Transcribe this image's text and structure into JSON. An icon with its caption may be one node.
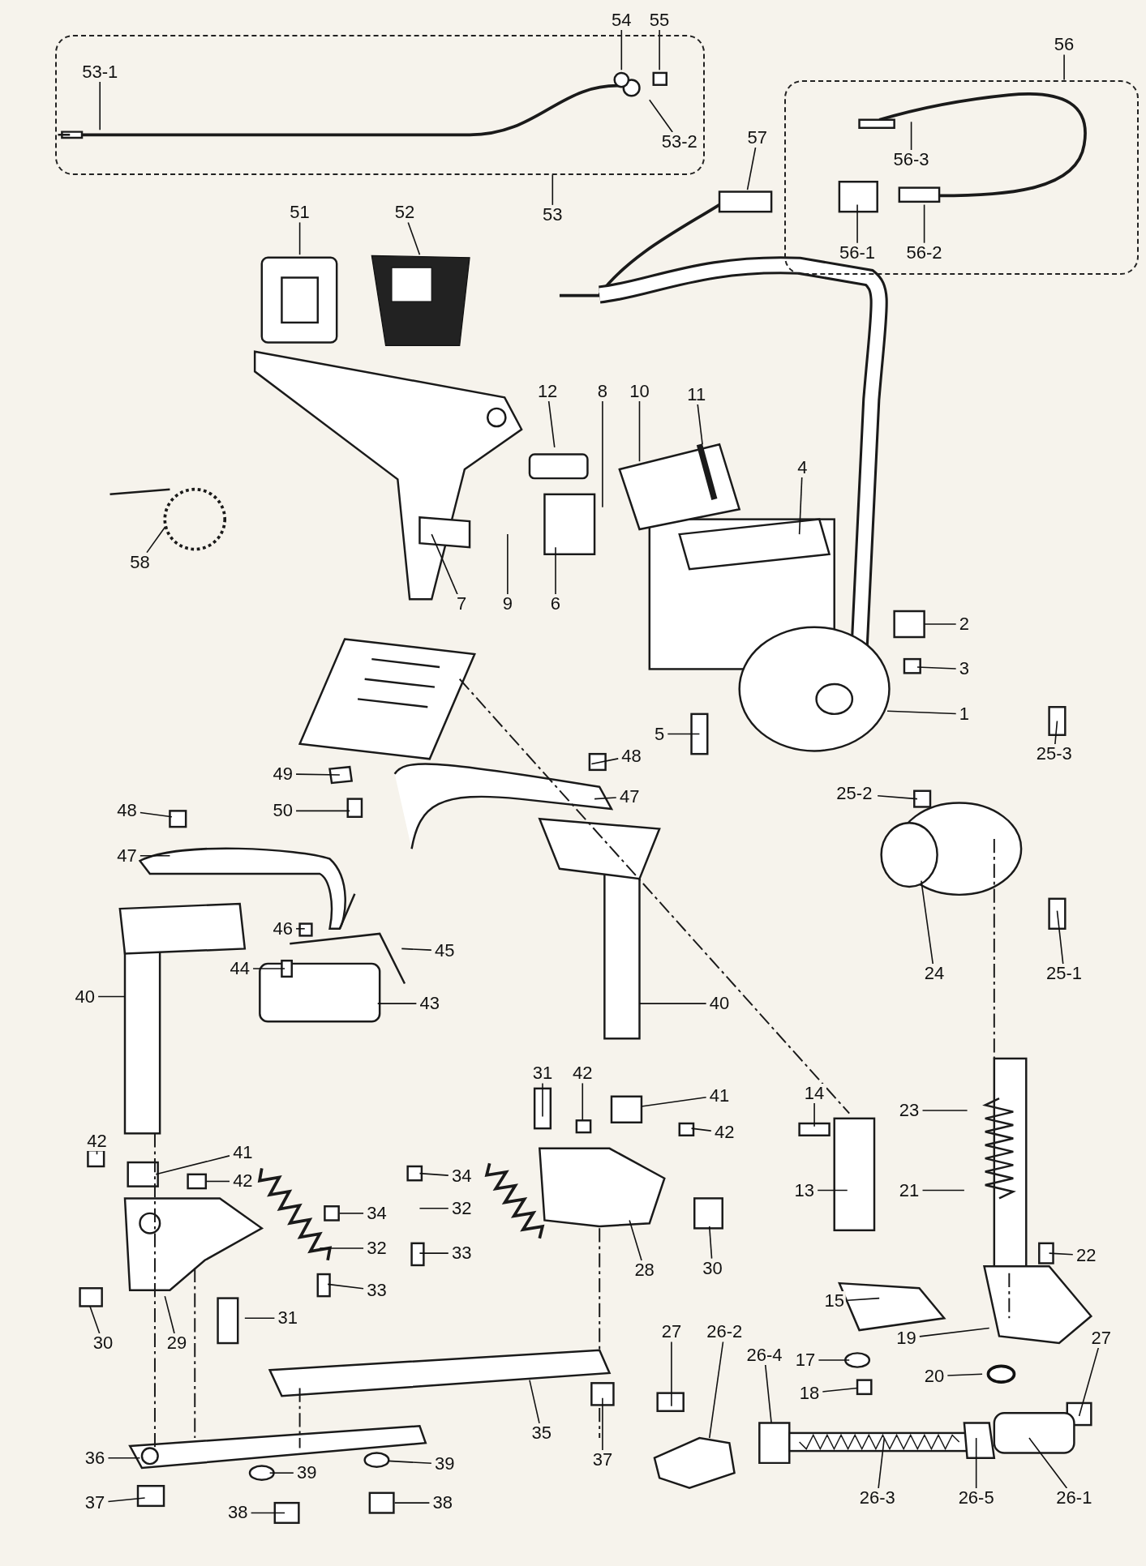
{
  "diagram": {
    "nodes": [
      {
        "text": [],
        "shape": "box"
      },
      {
        "text": [
          "53-1"
        ],
        "in": 0
      },
      {
        "text": [
          "53-2"
        ],
        "in": 0
      },
      {
        "text": [
          "54"
        ]
      },
      {
        "text": [
          "55"
        ]
      },
      {
        "text": [
          "56"
        ]
      },
      {
        "text": [],
        "shape": "box"
      },
      {
        "text": [
          "56-3"
        ],
        "in": 6
      },
      {
        "text": [
          "57"
        ]
      },
      {
        "text": [
          "53"
        ]
      },
      {
        "text": [
          "51"
        ]
      },
      {
        "text": [
          "52"
        ]
      },
      {
        "text": [
          "56-1"
        ],
        "in": 6
      },
      {
        "text": [
          "56-2"
        ],
        "in": 6
      },
      {
        "text": [
          "12"
        ]
      },
      {
        "text": [
          "8"
        ]
      },
      {
        "text": [
          "10"
        ]
      },
      {
        "text": [
          "11"
        ]
      },
      {
        "text": [
          "4"
        ]
      },
      {
        "text": [
          "58"
        ]
      },
      {
        "text": [
          "7"
        ]
      },
      {
        "text": [
          "9"
        ]
      },
      {
        "text": [
          "6"
        ]
      },
      {
        "text": [
          "2"
        ]
      },
      {
        "text": [
          "3"
        ]
      },
      {
        "text": [
          "1"
        ]
      },
      {
        "text": [
          "5"
        ]
      },
      {
        "text": [
          "25-3"
        ]
      },
      {
        "text": [
          "48"
        ]
      },
      {
        "text": [
          "49"
        ]
      },
      {
        "text": [
          "25-2"
        ]
      },
      {
        "text": [
          "47"
        ]
      },
      {
        "text": [
          "50"
        ]
      },
      {
        "text": [
          "48"
        ]
      },
      {
        "text": [
          "47"
        ]
      },
      {
        "text": [
          "46"
        ]
      },
      {
        "text": [
          "45"
        ]
      },
      {
        "text": [
          "44"
        ]
      },
      {
        "text": [
          "24"
        ]
      },
      {
        "text": [
          "25-1"
        ]
      },
      {
        "text": [
          "40"
        ]
      },
      {
        "text": [
          "43"
        ]
      },
      {
        "text": [
          "40"
        ]
      },
      {
        "text": [
          "31"
        ]
      },
      {
        "text": [
          "42"
        ]
      },
      {
        "text": [
          "14"
        ]
      },
      {
        "text": [
          "41"
        ]
      },
      {
        "text": [
          "23"
        ]
      },
      {
        "text": [
          "42"
        ]
      },
      {
        "text": [
          "42"
        ]
      },
      {
        "text": [
          "41"
        ]
      },
      {
        "text": [
          "42"
        ]
      },
      {
        "text": [
          "34"
        ]
      },
      {
        "text": [
          "13"
        ]
      },
      {
        "text": [
          "21"
        ]
      },
      {
        "text": [
          "32"
        ]
      },
      {
        "text": [
          "34"
        ]
      },
      {
        "text": [
          "32"
        ]
      },
      {
        "text": [
          "33"
        ]
      },
      {
        "text": [
          "22"
        ]
      },
      {
        "text": [
          "28"
        ]
      },
      {
        "text": [
          "30"
        ]
      },
      {
        "text": [
          "33"
        ]
      },
      {
        "text": [
          "15"
        ]
      },
      {
        "text": [
          "31"
        ]
      },
      {
        "text": [
          "19"
        ]
      },
      {
        "text": [
          "27"
        ]
      },
      {
        "text": [
          "30"
        ]
      },
      {
        "text": [
          "29"
        ]
      },
      {
        "text": [
          "27"
        ]
      },
      {
        "text": [
          "26-2"
        ]
      },
      {
        "text": [
          "26-4"
        ]
      },
      {
        "text": [
          "17"
        ]
      },
      {
        "text": [
          "20"
        ]
      },
      {
        "text": [
          "18"
        ]
      },
      {
        "text": [
          "35"
        ]
      },
      {
        "text": [
          "37"
        ]
      },
      {
        "text": [
          "36"
        ]
      },
      {
        "text": [
          "39"
        ]
      },
      {
        "text": [
          "39"
        ]
      },
      {
        "text": [
          "26-3"
        ]
      },
      {
        "text": [
          "26-5"
        ]
      },
      {
        "text": [
          "26-1"
        ]
      },
      {
        "text": [
          "37"
        ]
      },
      {
        "text": [
          "38"
        ]
      },
      {
        "text": [
          "38"
        ]
      }
    ],
    "edges": [
      {
        "from": 1,
        "to": null,
        "arrow": "none"
      },
      {
        "from": 2,
        "to": null,
        "arrow": "none"
      },
      {
        "from": 3,
        "to": null,
        "arrow": "none"
      },
      {
        "from": 4,
        "to": null,
        "arrow": "none"
      },
      {
        "from": 5,
        "to": 6,
        "arrow": "none"
      },
      {
        "from": 7,
        "to": null,
        "arrow": "none"
      },
      {
        "from": 8,
        "to": null,
        "arrow": "none"
      },
      {
        "from": 9,
        "to": 0,
        "arrow": "none"
      },
      {
        "from": 10,
        "to": null,
        "arrow": "none"
      },
      {
        "from": 11,
        "to": null,
        "arrow": "none"
      },
      {
        "from": 12,
        "to": null,
        "arrow": "none"
      },
      {
        "from": 13,
        "to": null,
        "arrow": "none"
      },
      {
        "from": 14,
        "to": null,
        "arrow": "none"
      },
      {
        "from": 15,
        "to": null,
        "arrow": "none"
      },
      {
        "from": 16,
        "to": null,
        "arrow": "none"
      },
      {
        "from": 17,
        "to": null,
        "arrow": "none"
      },
      {
        "from": 18,
        "to": null,
        "arrow": "none"
      },
      {
        "from": 19,
        "to": null,
        "arrow": "none"
      },
      {
        "from": 20,
        "to": null,
        "arrow": "none"
      },
      {
        "from": 21,
        "to": null,
        "arrow": "none"
      },
      {
        "from": 22,
        "to": null,
        "arrow": "none"
      },
      {
        "from": 23,
        "to": null,
        "arrow": "none"
      },
      {
        "from": 24,
        "to": null,
        "arrow": "none"
      },
      {
        "from": 25,
        "to": null,
        "arrow": "none"
      },
      {
        "from": 26,
        "to": null,
        "arrow": "none"
      },
      {
        "from": 27,
        "to": null,
        "arrow": "none"
      },
      {
        "from": 28,
        "to": null,
        "arrow": "none"
      },
      {
        "from": 29,
        "to": null,
        "arrow": "none"
      },
      {
        "from": 30,
        "to": null,
        "arrow": "none"
      },
      {
        "from": 31,
        "to": null,
        "arrow": "none"
      },
      {
        "from": 32,
        "to": null,
        "arrow": "none"
      },
      {
        "from": 33,
        "to": null,
        "arrow": "none"
      },
      {
        "from": 34,
        "to": null,
        "arrow": "none"
      },
      {
        "from": 35,
        "to": null,
        "arrow": "none"
      },
      {
        "from": 36,
        "to": null,
        "arrow": "none"
      },
      {
        "from": 37,
        "to": null,
        "arrow": "none"
      },
      {
        "from": 38,
        "to": null,
        "arrow": "none"
      },
      {
        "from": 39,
        "to": null,
        "arrow": "none"
      },
      {
        "from": 40,
        "to": null,
        "arrow": "none"
      },
      {
        "from": 41,
        "to": null,
        "arrow": "none"
      },
      {
        "from": 42,
        "to": null,
        "arrow": "none"
      },
      {
        "from": 43,
        "to": null,
        "arrow": "none"
      },
      {
        "from": 44,
        "to": null,
        "arrow": "none"
      },
      {
        "from": 45,
        "to": null,
        "arrow": "none"
      },
      {
        "from": 46,
        "to": null,
        "arrow": "none"
      },
      {
        "from": 47,
        "to": null,
        "arrow": "none"
      },
      {
        "from": 48,
        "to": null,
        "arrow": "none"
      },
      {
        "from": 49,
        "to": null,
        "arrow": "none"
      },
      {
        "from": 50,
        "to": null,
        "arrow": "none"
      },
      {
        "from": 51,
        "to": null,
        "arrow": "none"
      },
      {
        "from": 52,
        "to": null,
        "arrow": "none"
      },
      {
        "from": 53,
        "to": null,
        "arrow": "none"
      },
      {
        "from": 54,
        "to": null,
        "arrow": "none"
      },
      {
        "from": 55,
        "to": null,
        "arrow": "none"
      },
      {
        "from": 56,
        "to": null,
        "arrow": "none"
      },
      {
        "from": 57,
        "to": null,
        "arrow": "none"
      },
      {
        "from": 58,
        "to": null,
        "arrow": "none"
      },
      {
        "from": 59,
        "to": null,
        "arrow": "none"
      },
      {
        "from": 60,
        "to": null,
        "arrow": "none"
      },
      {
        "from": 61,
        "to": null,
        "arrow": "none"
      },
      {
        "from": 62,
        "to": null,
        "arrow": "none"
      },
      {
        "from": 63,
        "to": null,
        "arrow": "none"
      },
      {
        "from": 64,
        "to": null,
        "arrow": "none"
      },
      {
        "from": 65,
        "to": null,
        "arrow": "none"
      },
      {
        "from": 66,
        "to": null,
        "arrow": "none"
      },
      {
        "from": 67,
        "to": null,
        "arrow": "none"
      },
      {
        "from": 68,
        "to": null,
        "arrow": "none"
      },
      {
        "from": 69,
        "to": null,
        "arrow": "none"
      },
      {
        "from": 70,
        "to": null,
        "arrow": "none"
      },
      {
        "from": 71,
        "to": null,
        "arrow": "none"
      },
      {
        "from": 72,
        "to": null,
        "arrow": "none"
      },
      {
        "from": 73,
        "to": null,
        "arrow": "none"
      },
      {
        "from": 74,
        "to": null,
        "arrow": "none"
      },
      {
        "from": 75,
        "to": null,
        "arrow": "none"
      },
      {
        "from": 76,
        "to": null,
        "arrow": "none"
      },
      {
        "from": 77,
        "to": null,
        "arrow": "none"
      },
      {
        "from": 78,
        "to": null,
        "arrow": "none"
      },
      {
        "from": 79,
        "to": null,
        "arrow": "none"
      },
      {
        "from": 80,
        "to": null,
        "arrow": "none"
      },
      {
        "from": 81,
        "to": null,
        "arrow": "none"
      },
      {
        "from": 82,
        "to": null,
        "arrow": "none"
      },
      {
        "from": 83,
        "to": null,
        "arrow": "none"
      },
      {
        "from": 84,
        "to": null,
        "arrow": "none"
      },
      {
        "from": 85,
        "to": null,
        "arrow": "none"
      }
    ]
  }
}
